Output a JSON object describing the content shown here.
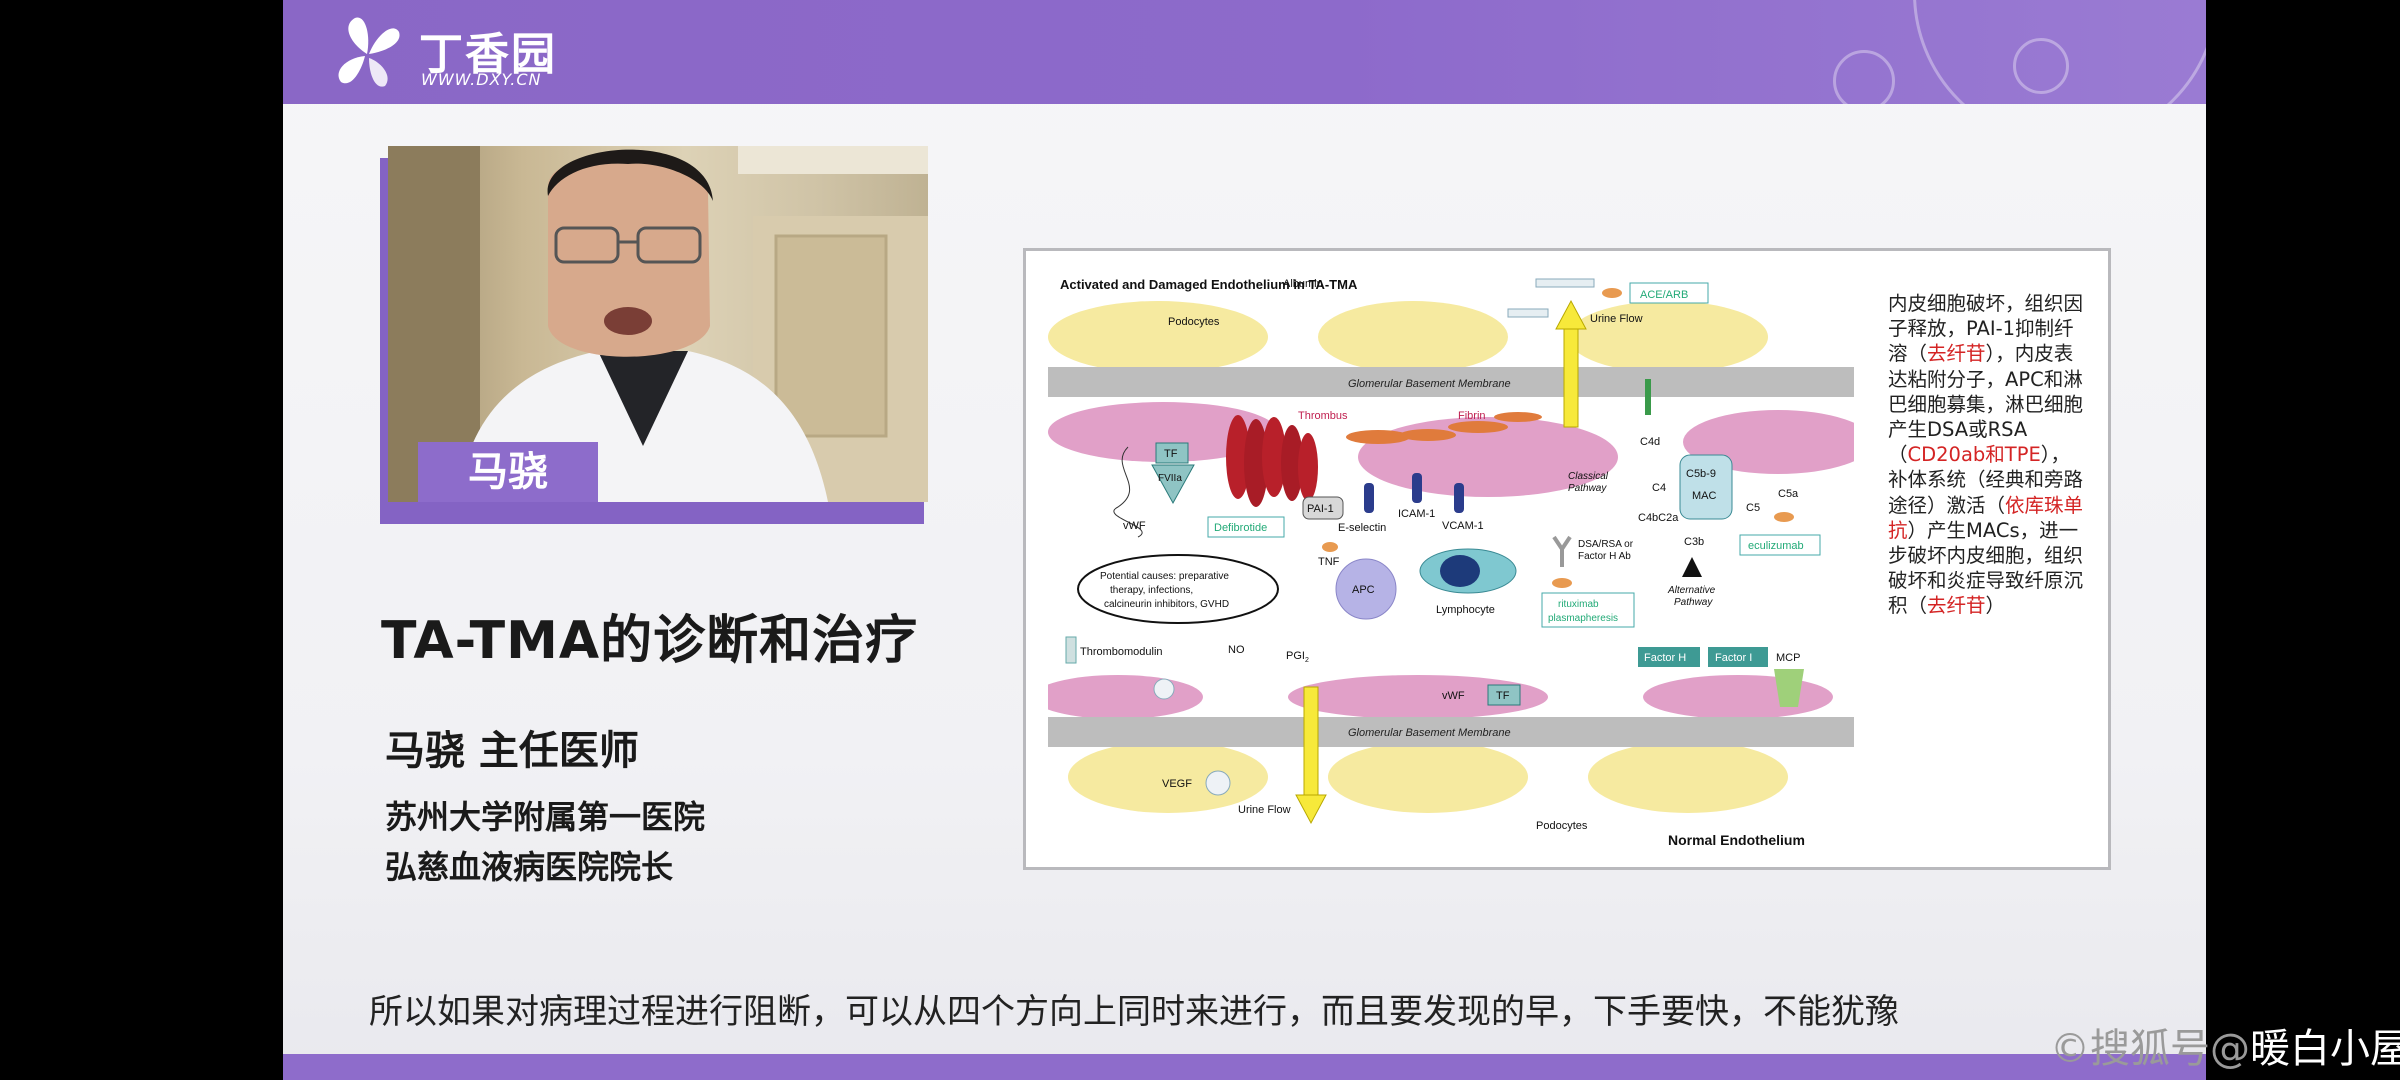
{
  "header": {
    "logo_text": "丁香园",
    "logo_url": "WWW.DXY.CN",
    "colors": {
      "banner": "#8a67c6",
      "accent_red": "#d42424"
    }
  },
  "speaker_video": {
    "name_tag": "马骁"
  },
  "talk": {
    "title": "TA-TMA的诊断和治疗",
    "speaker_line": "马骁  主任医师",
    "affiliation_1": "苏州大学附属第一医院",
    "affiliation_2": "弘慈血液病医院院长"
  },
  "figure": {
    "title": "Activated and Damaged Endothelium in TA-TMA",
    "corner_label": "Normal Endothelium",
    "labels": {
      "albumin": "Albumin",
      "acearb": "ACE/ARB",
      "urine_flow_top": "Urine Flow",
      "urine_flow_bottom": "Urine Flow",
      "podocytes_top": "Podocytes",
      "podocytes_bottom": "Podocytes",
      "gbm_top": "Glomerular Basement Membrane",
      "gbm_bottom": "Glomerular Basement Membrane",
      "thrombus": "Thrombus",
      "fibrin": "Fibrin",
      "tf_top": "TF",
      "fviia": "FVIIa",
      "vwf_left": "vWF",
      "defibrotide": "Defibrotide",
      "pai1": "PAI-1",
      "eselectin": "E-selectin",
      "icam1": "ICAM-1",
      "vcam1": "VCAM-1",
      "tnf": "TNF",
      "apc": "APC",
      "lymphocyte": "Lymphocyte",
      "causes": [
        "Potential causes: preparative",
        "therapy,  infections,",
        "calcineurin inhibitors, GVHD"
      ],
      "classical": [
        "Classical",
        "Pathway"
      ],
      "c4d": "C4d",
      "c4": "C4",
      "c4bc2a": "C4bC2a",
      "c5b9": "C5b-9",
      "mac": "MAC",
      "c5": "C5",
      "c5a": "C5a",
      "c3b": "C3b",
      "eculizumab": "eculizumab",
      "dsa": [
        "DSA/RSA or",
        "Factor H Ab"
      ],
      "rituximab": [
        "rituximab",
        "plasmapheresis"
      ],
      "alternative": [
        "Alternative",
        "Pathway"
      ],
      "thrombomodulin": "Thrombomodulin",
      "no": "NO",
      "pgi2": "PGI",
      "pgi2_sub": "2",
      "vwf_bottom": "vWF",
      "tf_bottom": "TF",
      "factor_h": "Factor H",
      "factor_i": "Factor I",
      "mcp": "MCP",
      "vegf": "VEGF"
    }
  },
  "side_note": {
    "parts": [
      {
        "t": "内皮细胞破坏，组织因子释放，PAI-1抑制纤溶（",
        "red": false
      },
      {
        "t": "去纤苷",
        "red": true
      },
      {
        "t": "），内皮表达粘附分子，APC和淋巴细胞募集，淋巴细胞产生DSA或RSA（",
        "red": false
      },
      {
        "t": "CD20ab和TPE",
        "red": true
      },
      {
        "t": "），补体系统（经典和旁路途径）激活（",
        "red": false
      },
      {
        "t": "依库珠单抗",
        "red": true
      },
      {
        "t": "）产生MACs，进一步破坏内皮细胞，组织破坏和炎症导致纤原沉积（",
        "red": false
      },
      {
        "t": "去纤苷",
        "red": true
      },
      {
        "t": "）",
        "red": false
      }
    ]
  },
  "subtitle": "所以如果对病理过程进行阻断，可以从四个方向上同时来进行，而且要发现的早，下手要快，不能犹豫",
  "watermark": {
    "prefix": "©搜狐号@",
    "name": "暖白小屋"
  }
}
